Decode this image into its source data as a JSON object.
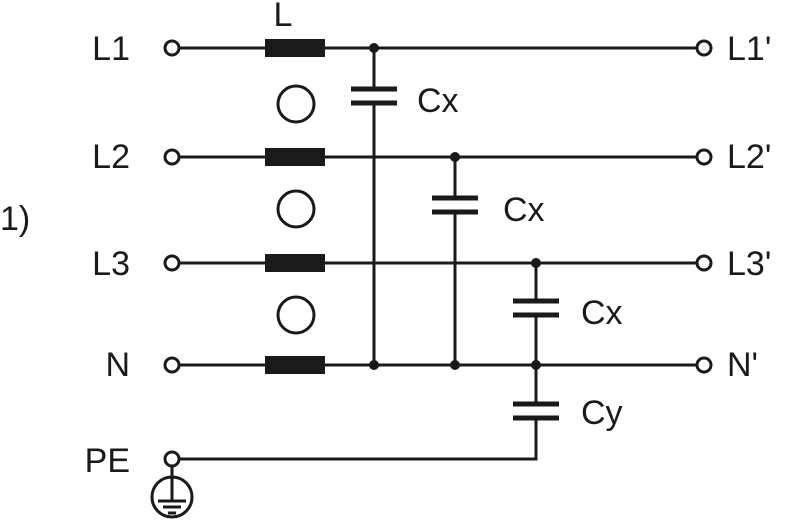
{
  "note": "1)",
  "inductor_label": "L",
  "lines": [
    {
      "in_label": "L1",
      "out_label": "L1'"
    },
    {
      "in_label": "L2",
      "out_label": "L2'"
    },
    {
      "in_label": "L3",
      "out_label": "L3'"
    },
    {
      "in_label": "N",
      "out_label": "N'"
    }
  ],
  "pe_label": "PE",
  "capacitors": [
    {
      "label": "Cx"
    },
    {
      "label": "Cx"
    },
    {
      "label": "Cx"
    },
    {
      "label": "Cy"
    }
  ],
  "colors": {
    "ink": "#1a1a1a",
    "background": "#ffffff"
  },
  "icons": {
    "ground": "earth-ground-icon"
  }
}
